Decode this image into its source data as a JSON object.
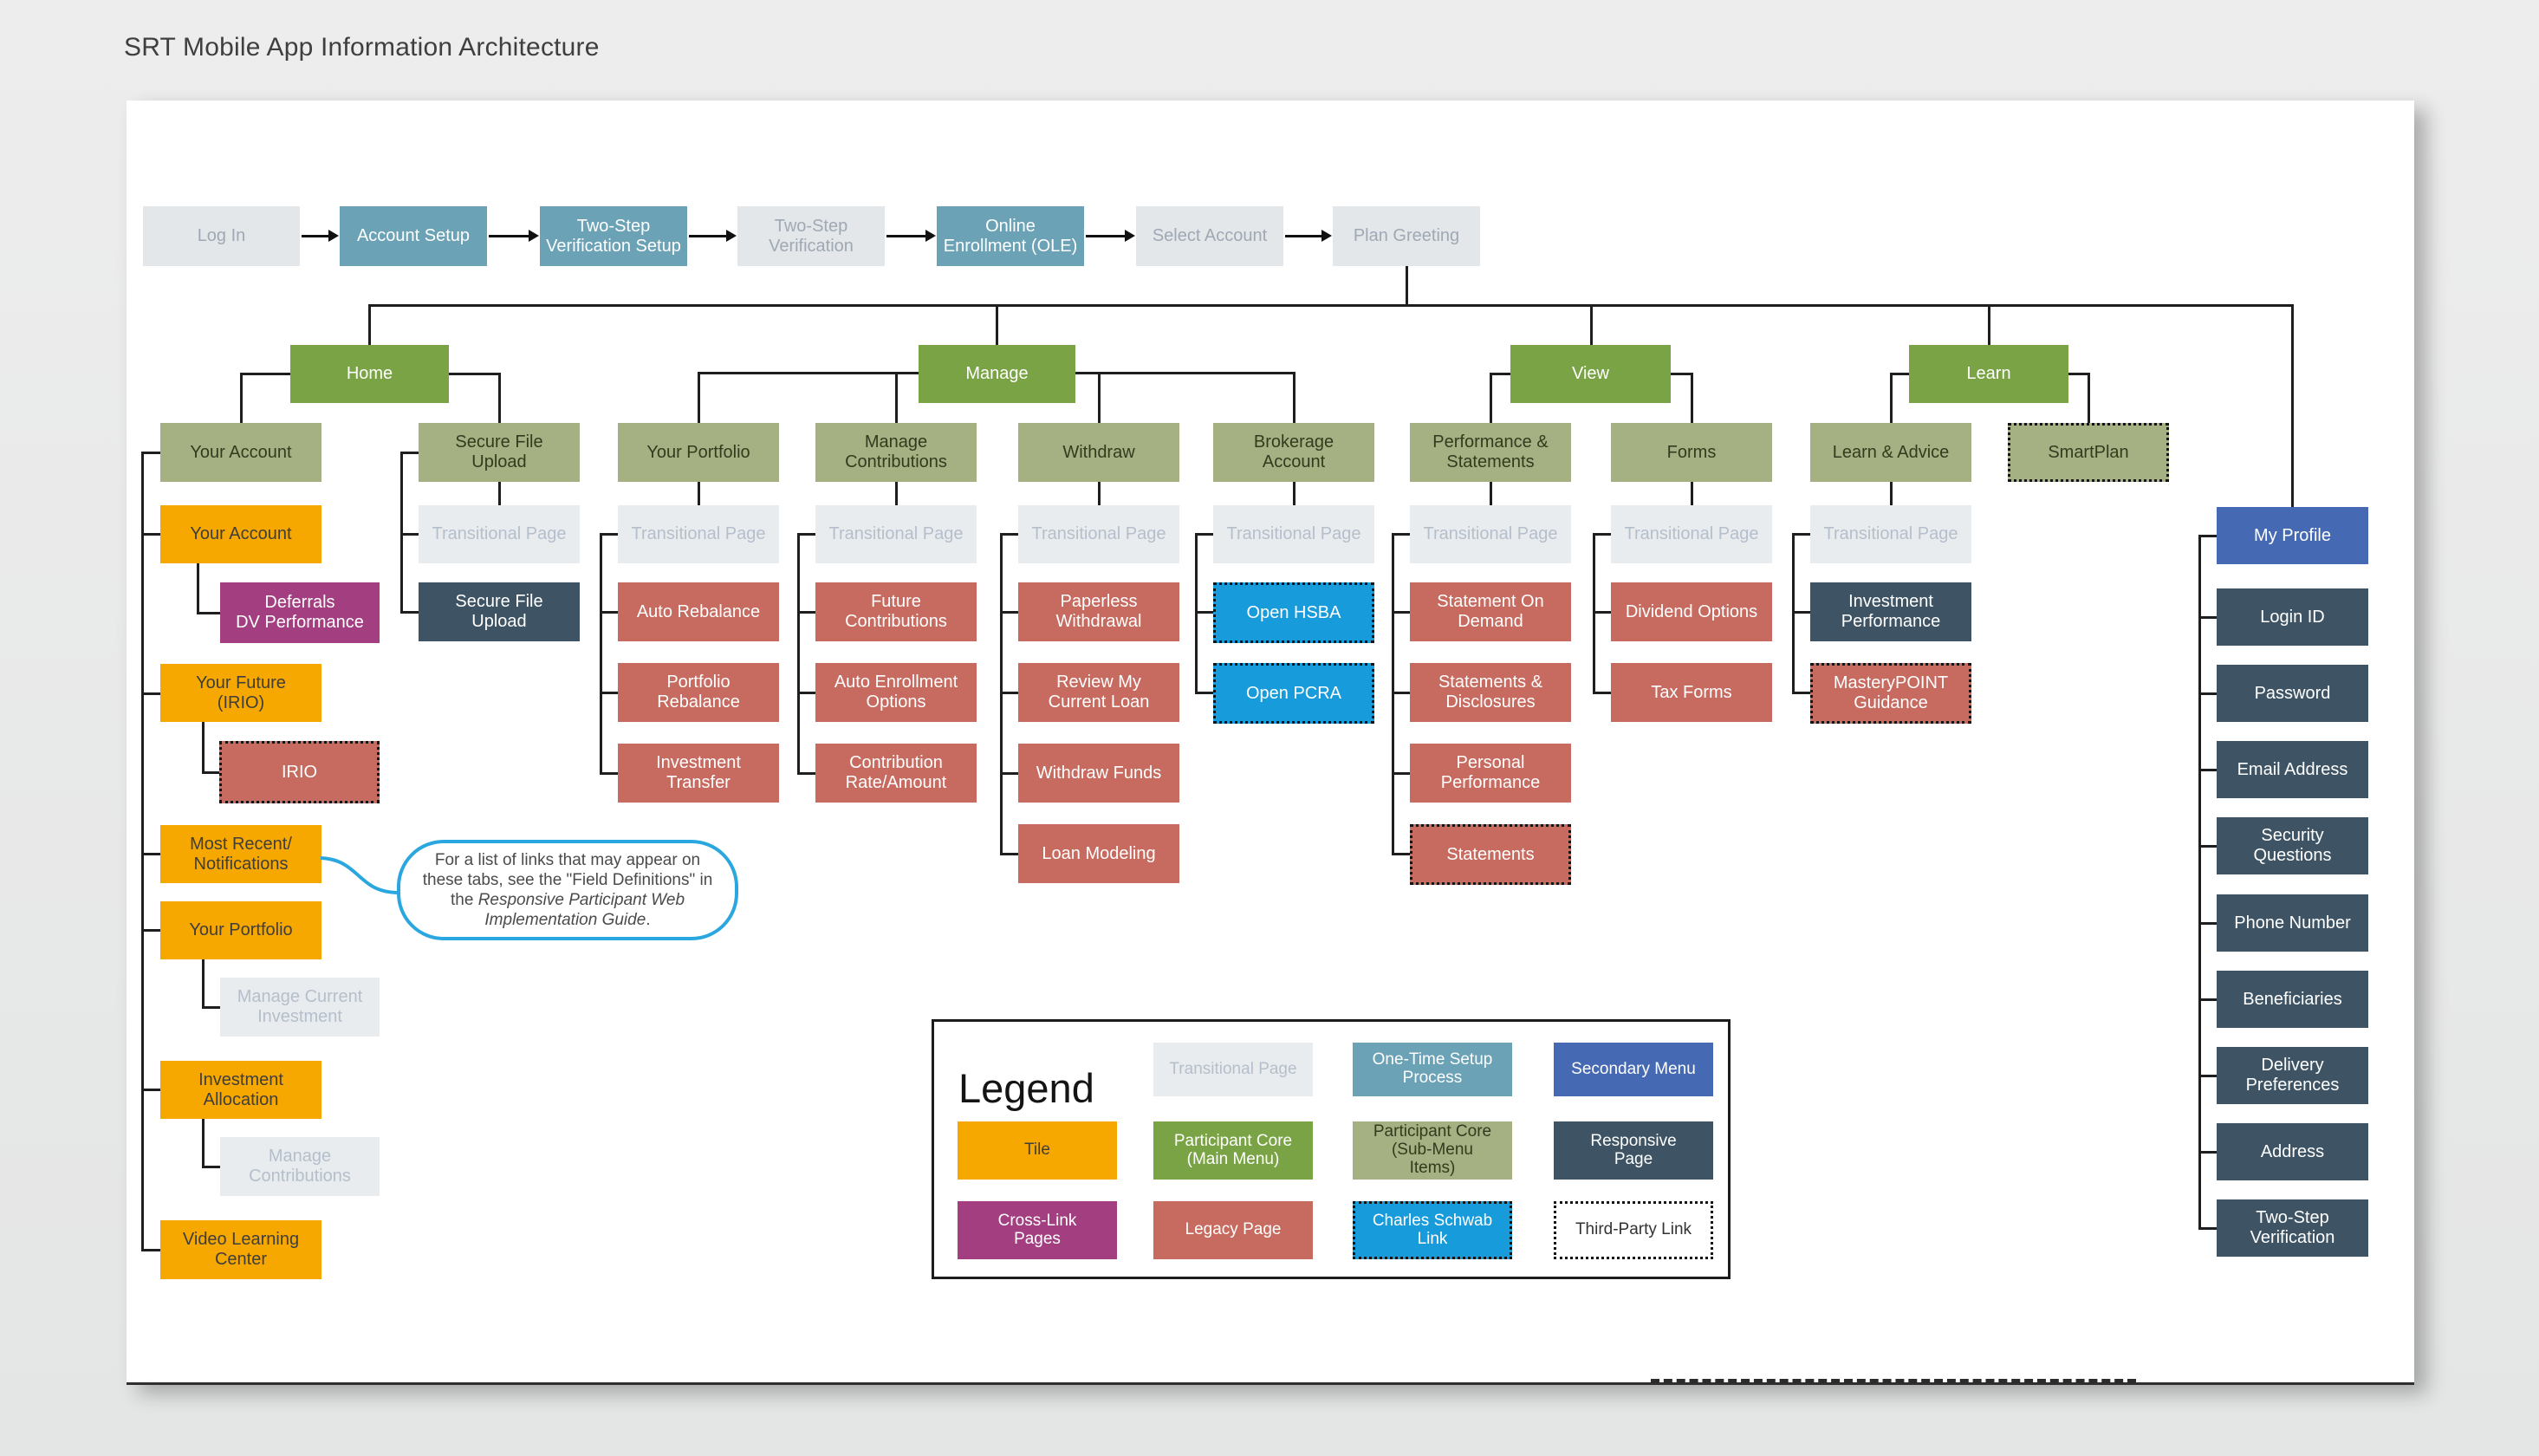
{
  "title": "SRT Mobile App Information Architecture",
  "flow": {
    "steps": [
      "Log In",
      "Account Setup",
      "Two-Step\nVerification Setup",
      "Two-Step\nVerification",
      "Online\nEnrollment (OLE)",
      "Select Account",
      "Plan Greeting"
    ]
  },
  "branches": {
    "home": {
      "header": "Home",
      "cols": [
        {
          "header": "Your Account",
          "tiles": [
            {
              "label": "Your Account",
              "sub": "Deferrals\nDV Performance"
            },
            {
              "label": "Your Future\n(IRIO)",
              "sub": "IRIO"
            },
            {
              "label": "Most Recent/\nNotifications"
            },
            {
              "label": "Your Portfolio",
              "sub": "Manage Current\nInvestment"
            },
            {
              "label": "Investment\nAllocation",
              "sub": "Manage\nContributions"
            },
            {
              "label": "Video Learning\nCenter"
            }
          ]
        },
        {
          "header": "Secure File\nUpload",
          "items": [
            "Transitional Page",
            "Secure File\nUpload"
          ]
        }
      ]
    },
    "manage": {
      "header": "Manage",
      "cols": [
        {
          "header": "Your Portfolio",
          "items": [
            "Transitional Page",
            "Auto Rebalance",
            "Portfolio\nRebalance",
            "Investment\nTransfer"
          ]
        },
        {
          "header": "Manage\nContributions",
          "items": [
            "Transitional Page",
            "Future\nContributions",
            "Auto Enrollment\nOptions",
            "Contribution\nRate/Amount"
          ]
        },
        {
          "header": "Withdraw",
          "items": [
            "Transitional Page",
            "Paperless\nWithdrawal",
            "Review My\nCurrent Loan",
            "Withdraw Funds",
            "Loan Modeling"
          ]
        },
        {
          "header": "Brokerage\nAccount",
          "items": [
            "Transitional Page",
            "Open HSBA",
            "Open PCRA"
          ]
        }
      ]
    },
    "view": {
      "header": "View",
      "cols": [
        {
          "header": "Performance &\nStatements",
          "items": [
            "Transitional Page",
            "Statement On\nDemand",
            "Statements &\nDisclosures",
            "Personal\nPerformance",
            "Statements"
          ]
        },
        {
          "header": "Forms",
          "items": [
            "Transitional Page",
            "Dividend Options",
            "Tax Forms"
          ]
        }
      ]
    },
    "learn": {
      "header": "Learn",
      "cols": [
        {
          "header": "Learn & Advice",
          "items": [
            "Transitional Page",
            "Investment\nPerformance",
            "MasteryPOINT\nGuidance"
          ]
        },
        {
          "header": "SmartPlan"
        }
      ]
    },
    "profile": {
      "header": "My Profile",
      "items": [
        "Login ID",
        "Password",
        "Email Address",
        "Security\nQuestions",
        "Phone Number",
        "Beneficiaries",
        "Delivery\nPreferences",
        "Address",
        "Two-Step\nVerification"
      ]
    }
  },
  "callout": {
    "text_plain": "For a list of links that may appear on these tabs, see the \"Field Definitions\" in the ",
    "text_italic": "Responsive Participant Web Implementation Guide",
    "text_end": "."
  },
  "legend": {
    "title": "Legend",
    "items": [
      {
        "label": "Transitional Page",
        "type": "transitional-page"
      },
      {
        "label": "One-Time Setup\nProcess",
        "type": "one-time-setup-process"
      },
      {
        "label": "Secondary Menu",
        "type": "secondary-menu"
      },
      {
        "label": "Tile",
        "type": "tile"
      },
      {
        "label": "Participant Core\n(Main Menu)",
        "type": "participant-core-main-menu"
      },
      {
        "label": "Participant Core\n(Sub-Menu\nItems)",
        "type": "participant-core-sub-menu-items"
      },
      {
        "label": "Responsive\nPage",
        "type": "responsive-page"
      },
      {
        "label": "Cross-Link\nPages",
        "type": "cross-link-pages"
      },
      {
        "label": "Legacy Page",
        "type": "legacy-page"
      },
      {
        "label": "Charles Schwab\nLink",
        "type": "charles-schwab-link"
      },
      {
        "label": "Third-Party Link",
        "type": "third-party-link"
      }
    ]
  },
  "colors": {
    "tile_orange": "#f6a700",
    "participant_core_green": "#79a344",
    "sub_menu_sage": "#a5b183",
    "one_time_setup_teal": "#6ba2b6",
    "secondary_menu_blue": "#4569b2",
    "responsive_page_slate": "#3e5464",
    "cross_link_purple": "#a33f80",
    "legacy_page_salmon": "#c76a5f",
    "charles_schwab_blue": "#179bdb",
    "transitional_gray": "#e9ecef",
    "callout_blue": "#2ba7e0"
  }
}
